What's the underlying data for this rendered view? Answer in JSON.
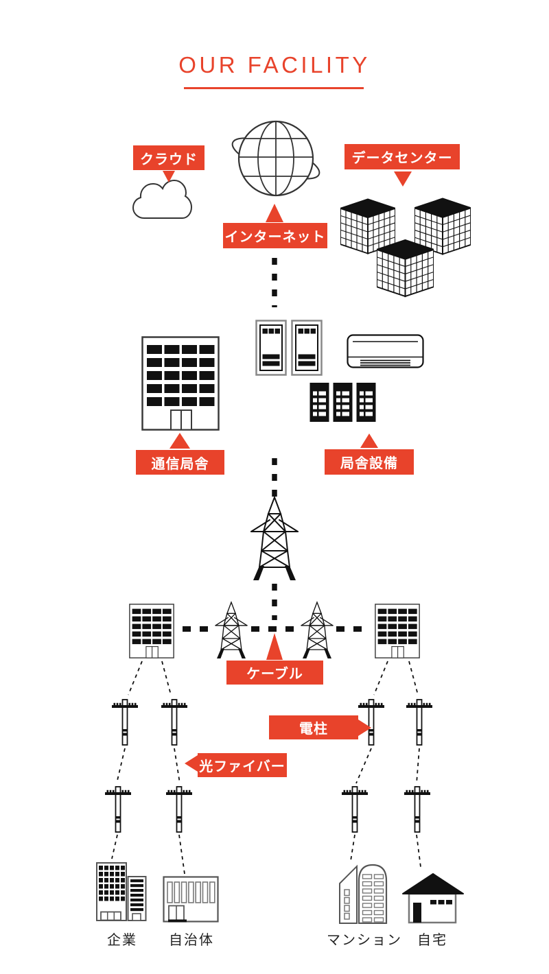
{
  "title": {
    "text": "OUR FACILITY"
  },
  "colors": {
    "accent_red": "#e8432b",
    "ink_black": "#111111",
    "outline_gray": "#555555"
  },
  "tags": {
    "cloud": "クラウド",
    "datacenter": "データセンター",
    "internet": "インターネット",
    "central_office": "通信局舎",
    "station_equipment": "局舎設備",
    "cable": "ケーブル",
    "utility_pole": "電柱",
    "optical_fiber": "光ファイバー"
  },
  "captions": {
    "company": "企業",
    "municipality": "自治体",
    "apartment": "マンション",
    "home": "自宅"
  },
  "icons": {
    "cloud-icon": "outlined cloud",
    "internet-globe-icon": "wireframe globe with orbit ring",
    "datacenter-building-icon": "isometric grid high-rise with black roof",
    "central-office-building-icon": "office building with black window grid and double door",
    "server-cabinet-icon": "outlined equipment cabinet with indicator squares",
    "air-conditioner-icon": "wall-mounted air conditioner",
    "server-rack-icon": "black server rack with white slots",
    "transmission-tower-icon": "lattice transmission tower",
    "utility-pole-icon": "utility pole with crossarm and bands",
    "company-building-icon": "pair of office towers",
    "municipality-building-icon": "civic hall with vertical windows",
    "apartment-building-icon": "round-top apartment tower with annex",
    "house-icon": "house with solid black roof"
  }
}
